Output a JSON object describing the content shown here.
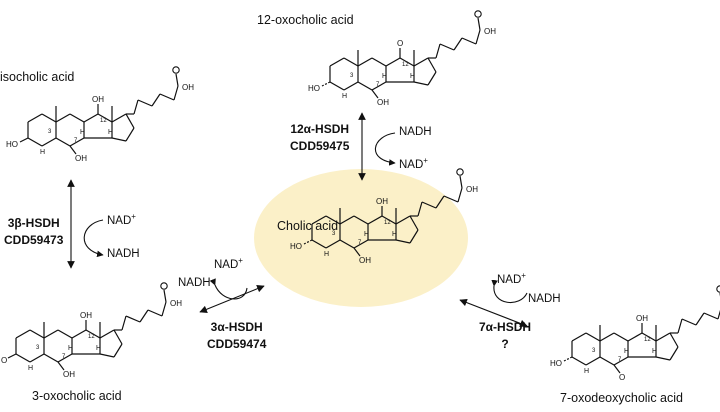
{
  "compounds": {
    "center": {
      "name": "Cholic acid"
    },
    "top": {
      "name": "12-oxocholic acid"
    },
    "top_left": {
      "name": "isocholic acid"
    },
    "bottom_left": {
      "name": "3-oxocholic acid"
    },
    "bottom_right": {
      "name": "7-oxodeoxycholic acid"
    }
  },
  "atoms": {
    "oh": "OH",
    "ho": "HO",
    "o": "O",
    "h": "H",
    "n3": "3",
    "n7": "7",
    "n12": "12"
  },
  "reactions": {
    "r12": {
      "enzyme": "12α-HSDH",
      "gene": "CDD59475",
      "cof_a": "NADH",
      "cof_b": "NAD",
      "cof_b_sup": "+"
    },
    "r3b": {
      "enzyme": "3β-HSDH",
      "gene": "CDD59473",
      "cof_a": "NAD",
      "cof_a_sup": "+",
      "cof_b": "NADH"
    },
    "r3a": {
      "enzyme": "3α-HSDH",
      "gene": "CDD59474",
      "cof_a": "NAD",
      "cof_a_sup": "+",
      "cof_b": "NADH"
    },
    "r7a": {
      "enzyme": "7α-HSDH",
      "gene": "?",
      "cof_a": "NAD",
      "cof_a_sup": "+",
      "cof_b": "NADH"
    }
  },
  "colors": {
    "highlight": "#fbf0c8",
    "ink": "#111111"
  }
}
